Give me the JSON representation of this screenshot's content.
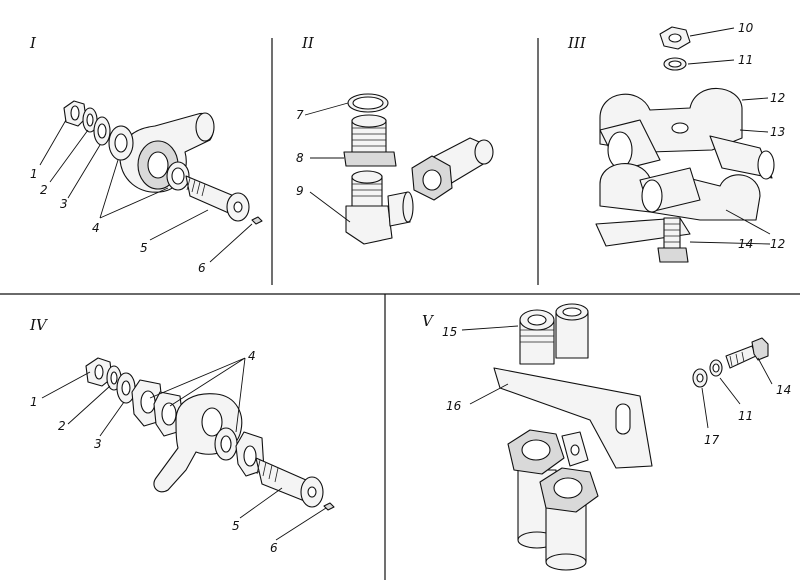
{
  "panels": {
    "I": {
      "numeral": "I",
      "labels": [
        "1",
        "2",
        "3",
        "4",
        "5",
        "6"
      ]
    },
    "II": {
      "numeral": "II",
      "labels": [
        "7",
        "8",
        "9"
      ]
    },
    "III": {
      "numeral": "III",
      "labels": [
        "10",
        "11",
        "12",
        "13",
        "14",
        "12"
      ]
    },
    "IV": {
      "numeral": "IV",
      "labels": [
        "1",
        "2",
        "3",
        "4",
        "5",
        "6"
      ]
    },
    "V": {
      "numeral": "V",
      "labels": [
        "15",
        "16",
        "14",
        "11",
        "17"
      ]
    }
  },
  "colors": {
    "line": "#111111",
    "fill": "#f4f4f4",
    "shade": "#d9d9d9",
    "background": "#ffffff"
  }
}
